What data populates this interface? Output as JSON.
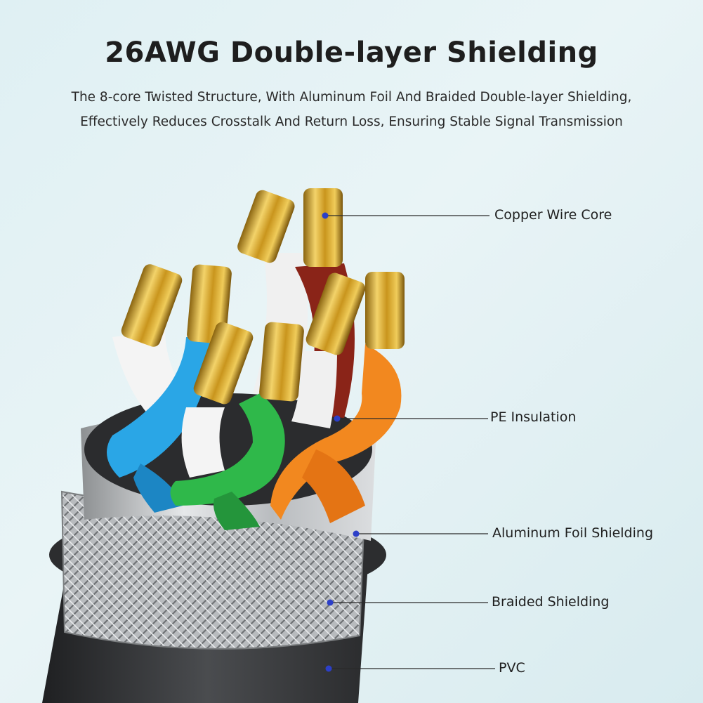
{
  "header": {
    "title": "26AWG Double-layer Shielding",
    "subtitle_line1": "The 8-core Twisted Structure, With Aluminum Foil And Braided Double-layer Shielding,",
    "subtitle_line2": "Effectively Reduces Crosstalk And Return Loss, Ensuring Stable Signal Transmission"
  },
  "callouts": [
    {
      "id": "copper",
      "label": "Copper Wire Core"
    },
    {
      "id": "pe",
      "label": "PE Insulation"
    },
    {
      "id": "foil",
      "label": "Aluminum Foil Shielding"
    },
    {
      "id": "braid",
      "label": "Braided Shielding"
    },
    {
      "id": "pvc",
      "label": "PVC"
    }
  ],
  "colors": {
    "accent_dot": "#2c3fc8",
    "jacket": "#3a3c3e",
    "foil": "#c9ccce",
    "copper": "#d4a72a",
    "wire_blue": "#2aa6e6",
    "wire_green": "#2fb84a",
    "wire_orange": "#f2881f",
    "wire_brown": "#8a2418",
    "wire_white": "#f4f4f4"
  }
}
